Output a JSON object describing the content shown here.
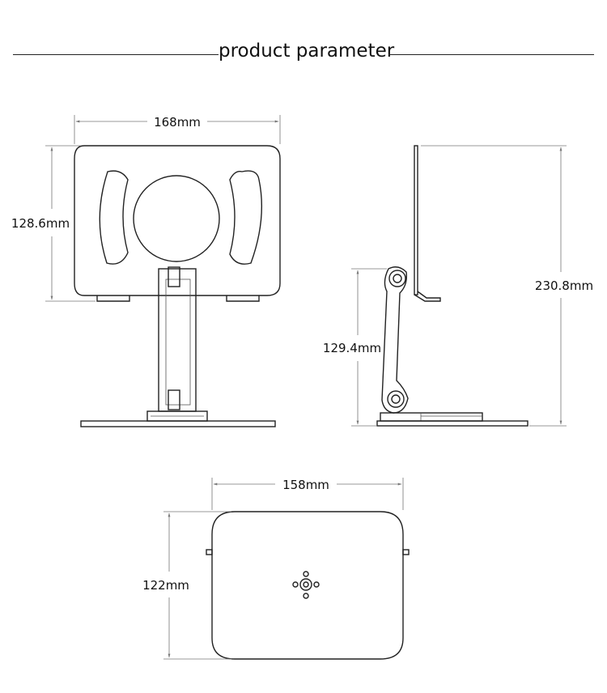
{
  "title": "product parameter",
  "dimensions": {
    "front_width": "168mm",
    "front_height": "128.6mm",
    "side_lower_height": "129.4mm",
    "side_total_height": "230.8mm",
    "base_width": "158mm",
    "base_height": "122mm"
  },
  "colors": {
    "line": "#222222",
    "dimension": "#777777",
    "background": "#ffffff"
  }
}
